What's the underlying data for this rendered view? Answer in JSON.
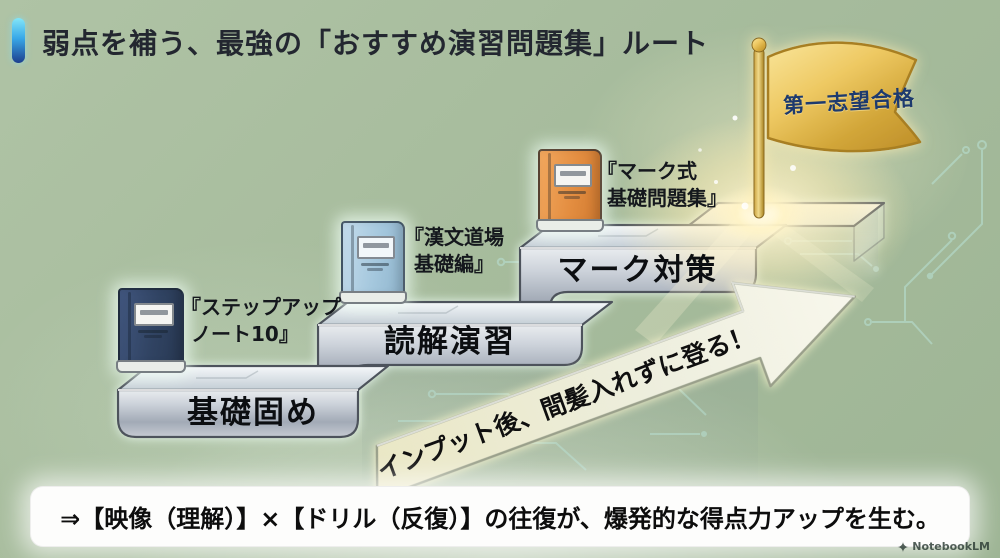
{
  "title": {
    "text": "弱点を補う、最強の「おすすめ演習問題集」ルート"
  },
  "goal_flag": {
    "label": "第一志望合格"
  },
  "steps": [
    {
      "label": "基礎固め",
      "book": {
        "title_lines": [
          "『ステップアップ",
          "ノート10』"
        ],
        "color": "#33465f"
      }
    },
    {
      "label": "読解演習",
      "book": {
        "title_lines": [
          "『漢文道場",
          "基礎編』"
        ],
        "color": "#a9cade"
      }
    },
    {
      "label": "マーク対策",
      "book": {
        "title_lines": [
          "『マーク式",
          "基礎問題集』"
        ],
        "color": "#e08a3e"
      }
    }
  ],
  "arrow": {
    "label": "インプット後、間髪入れずに登る！"
  },
  "footer": {
    "note": "⇒【映像（理解）】×【ドリル（反復）】の往復が、爆発的な得点力アップを生む。"
  },
  "watermark": {
    "label": "NotebookLM"
  },
  "colors": {
    "background": "#a7bc9d",
    "title_text": "#232730",
    "accent_bar_top": "#83e6f8",
    "accent_bar_bottom": "#1c3f8e",
    "step_metal": "#aeb6c1",
    "flag_gold": "#e7c052",
    "flag_text": "#1d3a6e",
    "arrow_fill": "#ece9cd",
    "footer_bg": "#fdfdfc",
    "footer_text": "#0d0d0d",
    "circuit_line": "#b9e2d6"
  }
}
